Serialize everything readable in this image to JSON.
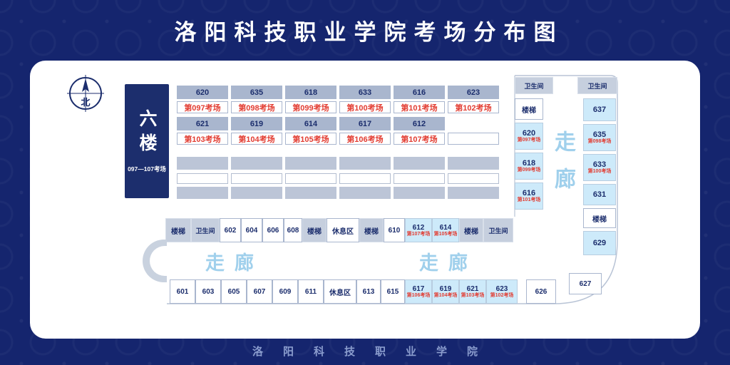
{
  "title": "洛阳科技职业学院考场分布图",
  "footer": "洛阳科技职业学院",
  "compass": {
    "north": "北"
  },
  "floor_block": {
    "floor": "六楼",
    "range": "097—107考场"
  },
  "grid": {
    "row1": [
      "620",
      "635",
      "618",
      "633",
      "616",
      "623"
    ],
    "row2": [
      "第097考场",
      "第098考场",
      "第099考场",
      "第100考场",
      "第101考场",
      "第102考场"
    ],
    "row3": [
      "621",
      "619",
      "614",
      "617",
      "612"
    ],
    "row4": [
      "第103考场",
      "第104考场",
      "第105考场",
      "第106考场",
      "第107考场",
      ""
    ]
  },
  "right_wing": {
    "toilet_left": "卫生间",
    "toilet_right": "卫生间",
    "corridor": "走廊",
    "left_column": [
      {
        "label": "楼梯"
      },
      {
        "label": "620",
        "sub": "第097考场"
      },
      {
        "label": "618",
        "sub": "第099考场"
      },
      {
        "label": "616",
        "sub": "第101考场"
      }
    ],
    "right_column": [
      {
        "label": "637"
      },
      {
        "label": "635",
        "sub": "第098考场"
      },
      {
        "label": "633",
        "sub": "第100考场"
      },
      {
        "label": "631"
      },
      {
        "label": "楼梯"
      },
      {
        "label": "629"
      }
    ]
  },
  "bottom_wing": {
    "corridor_left": "走廊",
    "corridor_right": "走廊",
    "cell_627": "627",
    "top_row": [
      {
        "label": "楼梯"
      },
      {
        "label": "卫生间"
      },
      {
        "label": "602"
      },
      {
        "label": "604"
      },
      {
        "label": "606"
      },
      {
        "label": "608"
      },
      {
        "label": "楼梯"
      },
      {
        "label": "休息区"
      },
      {
        "label": "楼梯"
      },
      {
        "label": "610"
      },
      {
        "label": "612",
        "sub": "第107考场"
      },
      {
        "label": "614",
        "sub": "第105考场"
      },
      {
        "label": "楼梯"
      },
      {
        "label": "卫生间"
      }
    ],
    "bottom_row": [
      {
        "label": "601"
      },
      {
        "label": "603"
      },
      {
        "label": "605"
      },
      {
        "label": "607"
      },
      {
        "label": "609"
      },
      {
        "label": "611"
      },
      {
        "label": "休息区"
      },
      {
        "label": "613"
      },
      {
        "label": "615"
      },
      {
        "label": "617",
        "sub": "第106考场"
      },
      {
        "label": "619",
        "sub": "第104考场"
      },
      {
        "label": "621",
        "sub": "第103考场"
      },
      {
        "label": "623",
        "sub": "第102考场"
      },
      {
        "label": "626"
      }
    ]
  },
  "colors": {
    "background_navy": "#15256e",
    "header_cell": "#a9b6ce",
    "exam_red": "#e23c31",
    "light_blue_cell": "#cdeafa",
    "corridor_text": "#a0d0ec",
    "gray_cell": "#c6cfde",
    "navy_text": "#1c2e6d"
  }
}
